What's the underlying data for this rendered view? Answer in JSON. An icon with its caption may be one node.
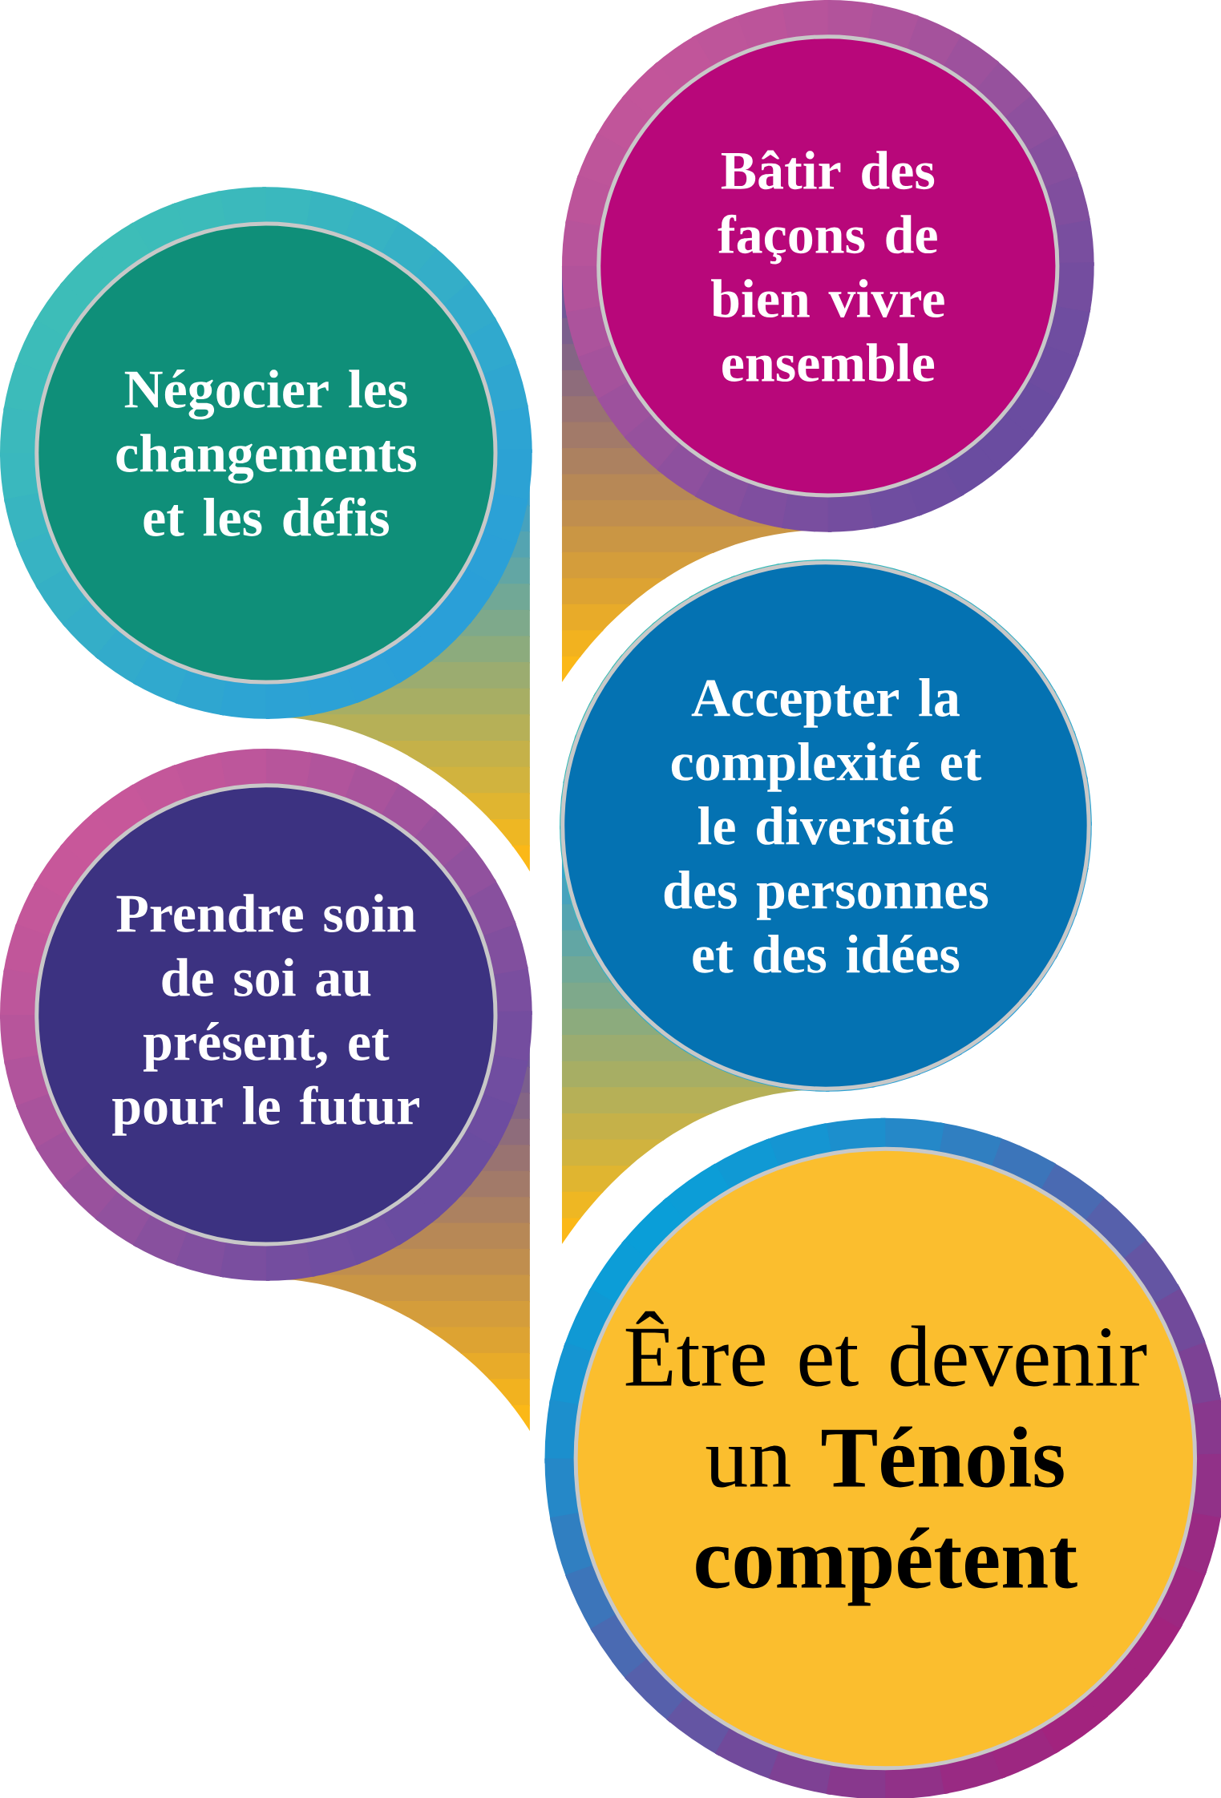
{
  "diagram": {
    "nodes": [
      {
        "text": [
          "Négocier les changements et les défis"
        ]
      },
      {
        "text": [
          "Bâtir des façons de bien vivre ensemble"
        ]
      },
      {
        "text": [
          "Accepter la complexité et le diversité des personnes et des idées"
        ]
      },
      {
        "text": [
          "Prendre soin de soi au présent, et pour le futur"
        ]
      },
      {
        "text": [
          "Être et devenir un **Ténois compétent**"
        ]
      }
    ]
  }
}
